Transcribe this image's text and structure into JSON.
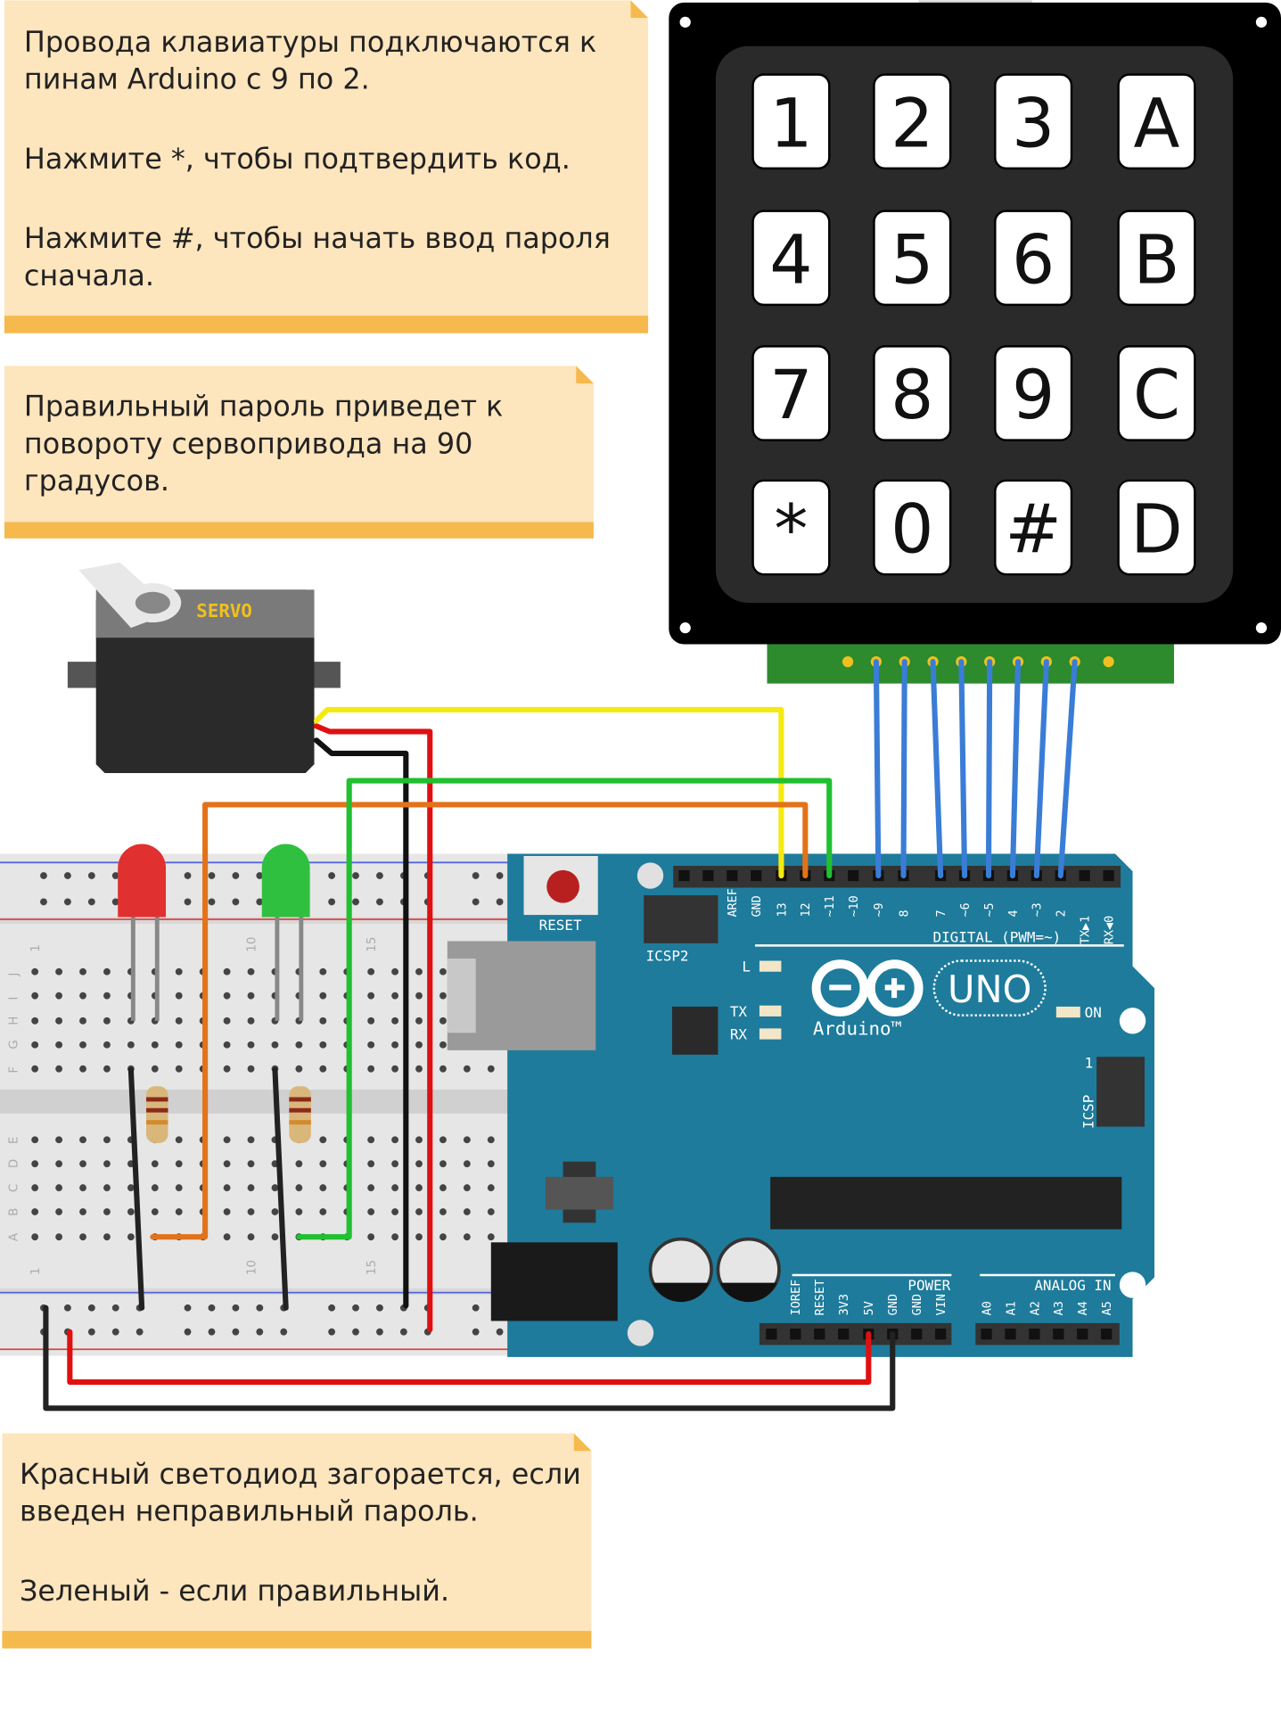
{
  "notes": [
    {
      "lines": [
        "Провода клавиатуры подключаются к",
        "пинам Arduino с 9 по 2.",
        "Нажмите *, чтобы подтвердить код.",
        "Нажмите #, чтобы начать ввод пароля",
        "сначала."
      ]
    },
    {
      "lines": [
        "Правильный пароль приведет к",
        "повороту сервопривода на 90",
        "градусов."
      ]
    },
    {
      "lines": [
        "Красный светодиод загорается, если",
        "введен неправильный пароль.",
        "Зеленый - если правильный."
      ]
    }
  ],
  "keypad": {
    "keys": [
      "1",
      "2",
      "3",
      "A",
      "4",
      "5",
      "6",
      "B",
      "7",
      "8",
      "9",
      "C",
      "*",
      "0",
      "#",
      "D"
    ]
  },
  "servo": {
    "label": "SERVO"
  },
  "arduino": {
    "reset": "RESET",
    "icsp2": "ICSP2",
    "icsp": "ICSP",
    "digital": "DIGITAL (PWM=~)",
    "digital_pins": [
      "AREF",
      "GND",
      "13",
      "12",
      "~11",
      "~10",
      "~9",
      "8",
      "7",
      "~6",
      "~5",
      "4",
      "~3",
      "2",
      "TX▶1",
      "RX◀0"
    ],
    "led_l": "L",
    "led_tx": "TX",
    "led_rx": "RX",
    "on": "ON",
    "brand": "Arduino™",
    "model": "UNO",
    "power": "POWER",
    "analog": "ANALOG IN",
    "power_pins": [
      "IOREF",
      "RESET",
      "3V3",
      "5V",
      "GND",
      "GND",
      "VIN"
    ],
    "analog_pins": [
      "A0",
      "A1",
      "A2",
      "A3",
      "A4",
      "A5"
    ],
    "icsp_one": "1"
  },
  "breadboard": {
    "rows_top": [
      "J",
      "I",
      "H",
      "G",
      "F"
    ],
    "rows_bottom": [
      "E",
      "D",
      "C",
      "B",
      "A"
    ],
    "cols": [
      "1",
      "10",
      "15"
    ]
  },
  "colors": {
    "note_bg": "#fde5bd",
    "note_bar": "#f6b94e",
    "board": "#1e7b9b",
    "wire_blue": "#3a7dd6"
  }
}
